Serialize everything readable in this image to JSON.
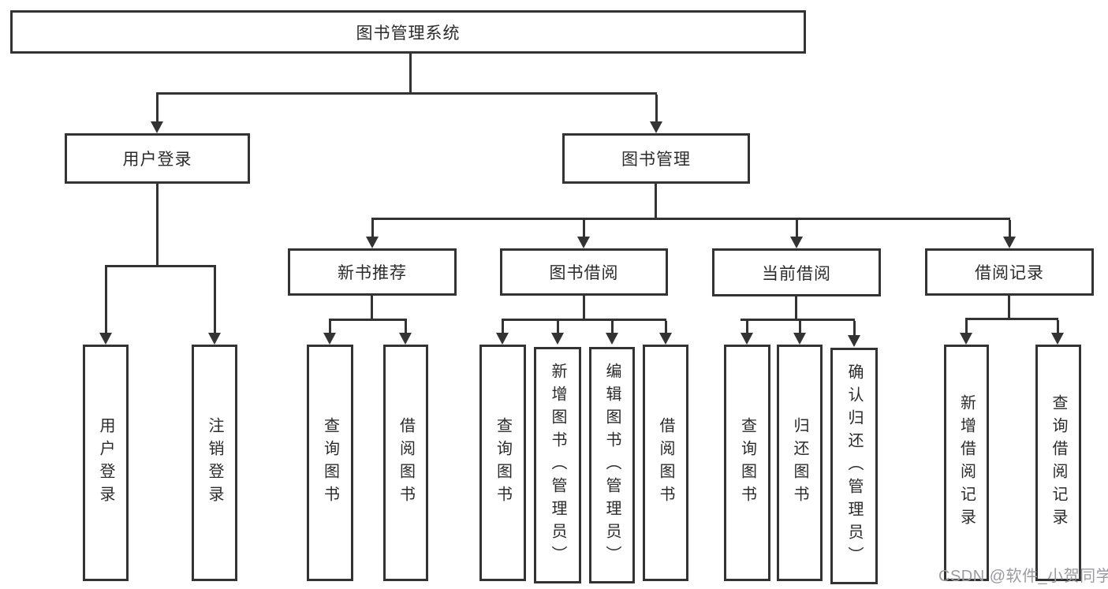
{
  "hierarchy": {
    "root": "图书管理系统",
    "children": [
      {
        "label": "用户登录",
        "children": [
          "用户登录",
          "注销登录"
        ]
      },
      {
        "label": "图书管理",
        "children": [
          {
            "label": "新书推荐",
            "children": [
              "查询图书",
              "借阅图书"
            ]
          },
          {
            "label": "图书借阅",
            "children": [
              "查询图书",
              "新增图书（管理员）",
              "编辑图书（管理员）",
              "借阅图书"
            ]
          },
          {
            "label": "当前借阅",
            "children": [
              "查询图书",
              "归还图书",
              "确认归还（管理员）"
            ]
          },
          {
            "label": "借阅记录",
            "children": [
              "新增借阅记录",
              "查询借阅记录"
            ]
          }
        ]
      }
    ]
  },
  "watermark": "CSDN @软件_小贺同学",
  "colors": {
    "line": "#333333",
    "text": "#2b2b2b",
    "background": "#ffffff",
    "watermark": "#9a9aa0"
  }
}
